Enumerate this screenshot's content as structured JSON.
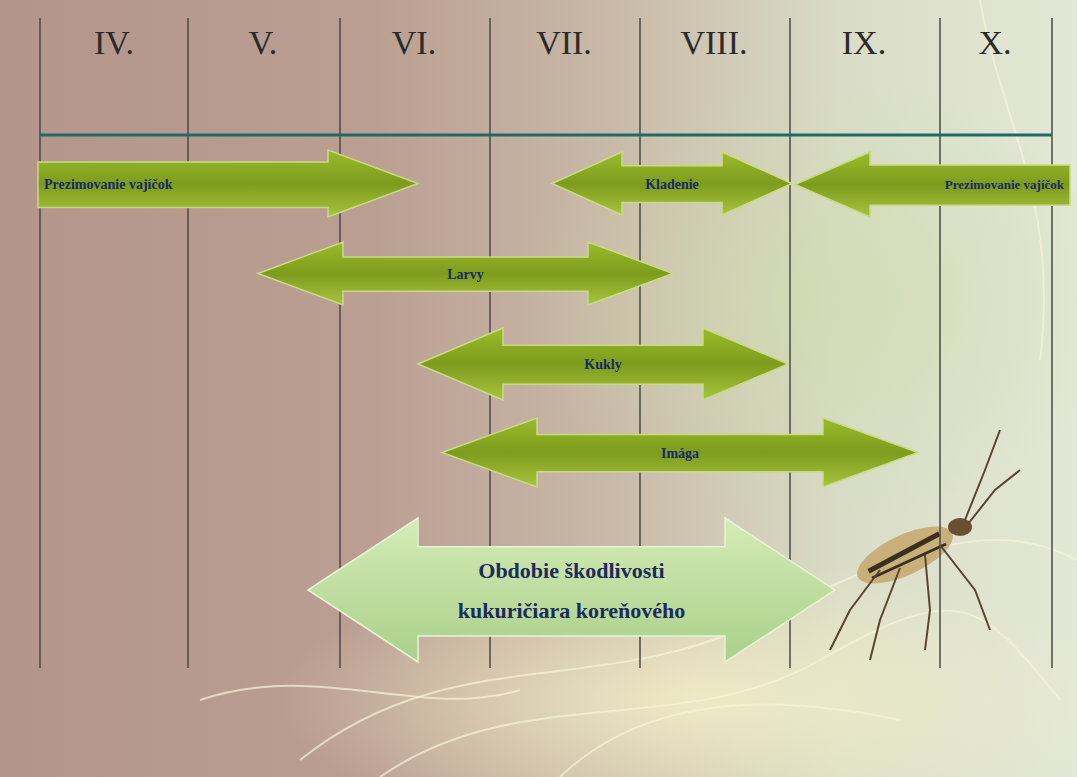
{
  "diagram": {
    "nodes": [
      {
        "text": [
          "Prezimovanie vajíčok"
        ]
      },
      {
        "text": [
          "Kladenie"
        ]
      },
      {
        "text": [
          "Prezimovanie vajíčok"
        ]
      },
      {
        "text": [
          "Larvy"
        ]
      },
      {
        "text": [
          "Kukly"
        ]
      },
      {
        "text": [
          "Imága"
        ]
      },
      {
        "text": [
          "Obdobie škodlivosti kukuričiara koreňového"
        ]
      }
    ],
    "labels": [
      "IV.",
      "V.",
      "VI.",
      "VII.",
      "VIII.",
      "IX.",
      "X."
    ]
  }
}
